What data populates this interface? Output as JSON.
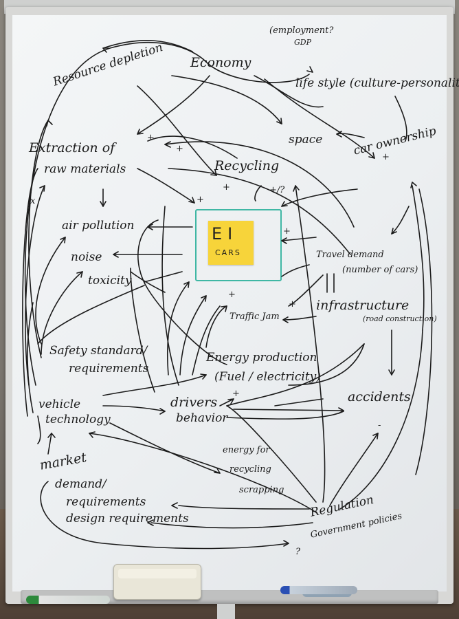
{
  "whiteboard": {
    "center": {
      "line1": "EI",
      "line2": "CARS"
    },
    "nodes": {
      "employment": "(employment?",
      "gdp": "GDP",
      "economy": "Economy",
      "lifestyle": "life style (culture-personality)",
      "resource_depletion": "Resource depletion",
      "space": "space",
      "extraction_1": "Extraction of",
      "extraction_2": "raw materials",
      "recycling": "Recycling",
      "car_ownership": "car ownership",
      "air_pollution": "air pollution",
      "noise": "noise",
      "toxicity": "toxicity",
      "travel_demand_1": "Travel demand",
      "travel_demand_2": "(number of cars)",
      "infrastructure_1": "infrastructure",
      "infrastructure_2": "(road construction)",
      "traffic_jam": "Traffic Jam",
      "safety_1": "Safety standard/",
      "safety_2": "requirements",
      "energy_prod_1": "Energy production",
      "energy_prod_2": "(Fuel / electricity)",
      "vehicle_1": "vehicle",
      "vehicle_2": "technology",
      "drivers_1": "drivers",
      "drivers_2": "behavior",
      "accidents": "accidents",
      "market_1": "market",
      "market_2": "demand/",
      "market_3": "requirements",
      "market_4": "design requirements",
      "energy_rec_1": "energy for",
      "energy_rec_2": "recycling",
      "energy_rec_3": "scrapping",
      "regulation_1": "Regulation",
      "regulation_2": "Government policies"
    },
    "signs": {
      "plus": "+",
      "plus_q": "+/?",
      "x": "x",
      "q": "?",
      "minus": "-"
    }
  },
  "colors": {
    "postit": "#f7d43a",
    "ei_box": "#3fb7a4",
    "ink": "#1c1c1c",
    "board": "#eef0f2"
  }
}
